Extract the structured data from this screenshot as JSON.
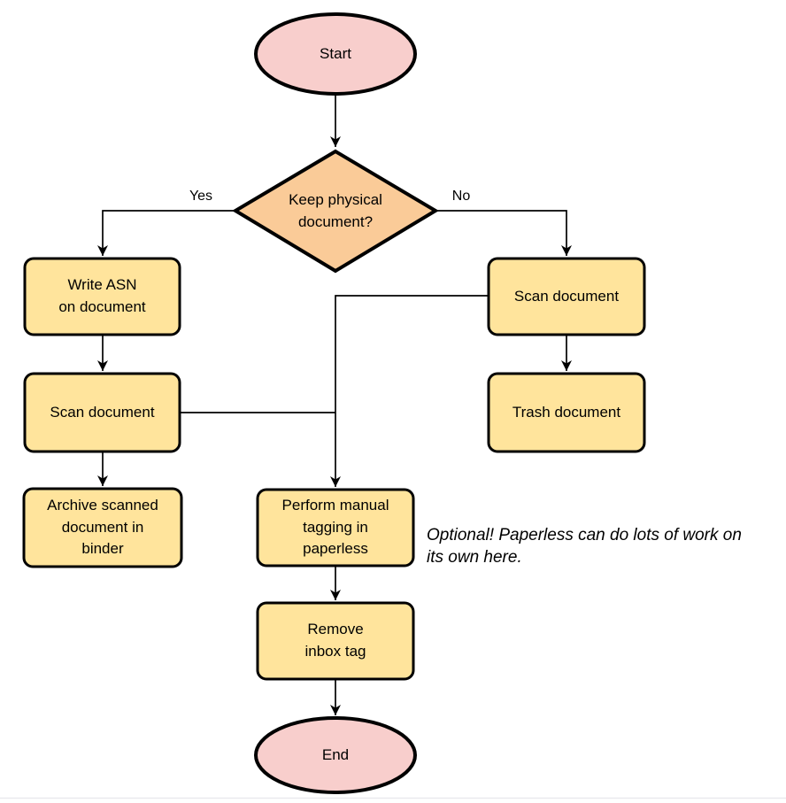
{
  "colors": {
    "terminal_fill": "#F8CECC",
    "decision_fill": "#FACB98",
    "process_fill": "#FFE49C",
    "stroke": "#000000",
    "connector": "#000000",
    "footer_divider": "#e9e9ee"
  },
  "nodes": {
    "start": {
      "type": "terminal",
      "label": "Start"
    },
    "decision": {
      "type": "decision",
      "label": [
        "Keep physical",
        "document?"
      ]
    },
    "write_asn": {
      "type": "process",
      "label": [
        "Write ASN",
        "on document"
      ]
    },
    "scan_left": {
      "type": "process",
      "label": "Scan document"
    },
    "archive": {
      "type": "process",
      "label": [
        "Archive scanned",
        "document in",
        "binder"
      ]
    },
    "scan_right": {
      "type": "process",
      "label": "Scan document"
    },
    "trash": {
      "type": "process",
      "label": "Trash document"
    },
    "tagging": {
      "type": "process",
      "label": [
        "Perform manual",
        "tagging in",
        "paperless"
      ]
    },
    "remove_inbox": {
      "type": "process",
      "label": [
        "Remove",
        "inbox tag"
      ]
    },
    "end": {
      "type": "terminal",
      "label": "End"
    }
  },
  "edge_labels": {
    "yes": "Yes",
    "no": "No"
  },
  "edges": [
    {
      "from": "start",
      "to": "decision",
      "label": ""
    },
    {
      "from": "decision",
      "to": "write_asn",
      "label": "Yes"
    },
    {
      "from": "decision",
      "to": "scan_right",
      "label": "No"
    },
    {
      "from": "write_asn",
      "to": "scan_left",
      "label": ""
    },
    {
      "from": "scan_left",
      "to": "archive",
      "label": ""
    },
    {
      "from": "scan_right",
      "to": "trash",
      "label": ""
    },
    {
      "from": "scan_right",
      "to": "tagging",
      "label": ""
    },
    {
      "from": "scan_left",
      "to": "tagging",
      "label": ""
    },
    {
      "from": "tagging",
      "to": "remove_inbox",
      "label": ""
    },
    {
      "from": "remove_inbox",
      "to": "end",
      "label": ""
    }
  ],
  "annotation": {
    "text": [
      "Optional! Paperless can do lots of work on",
      "its own here."
    ]
  }
}
